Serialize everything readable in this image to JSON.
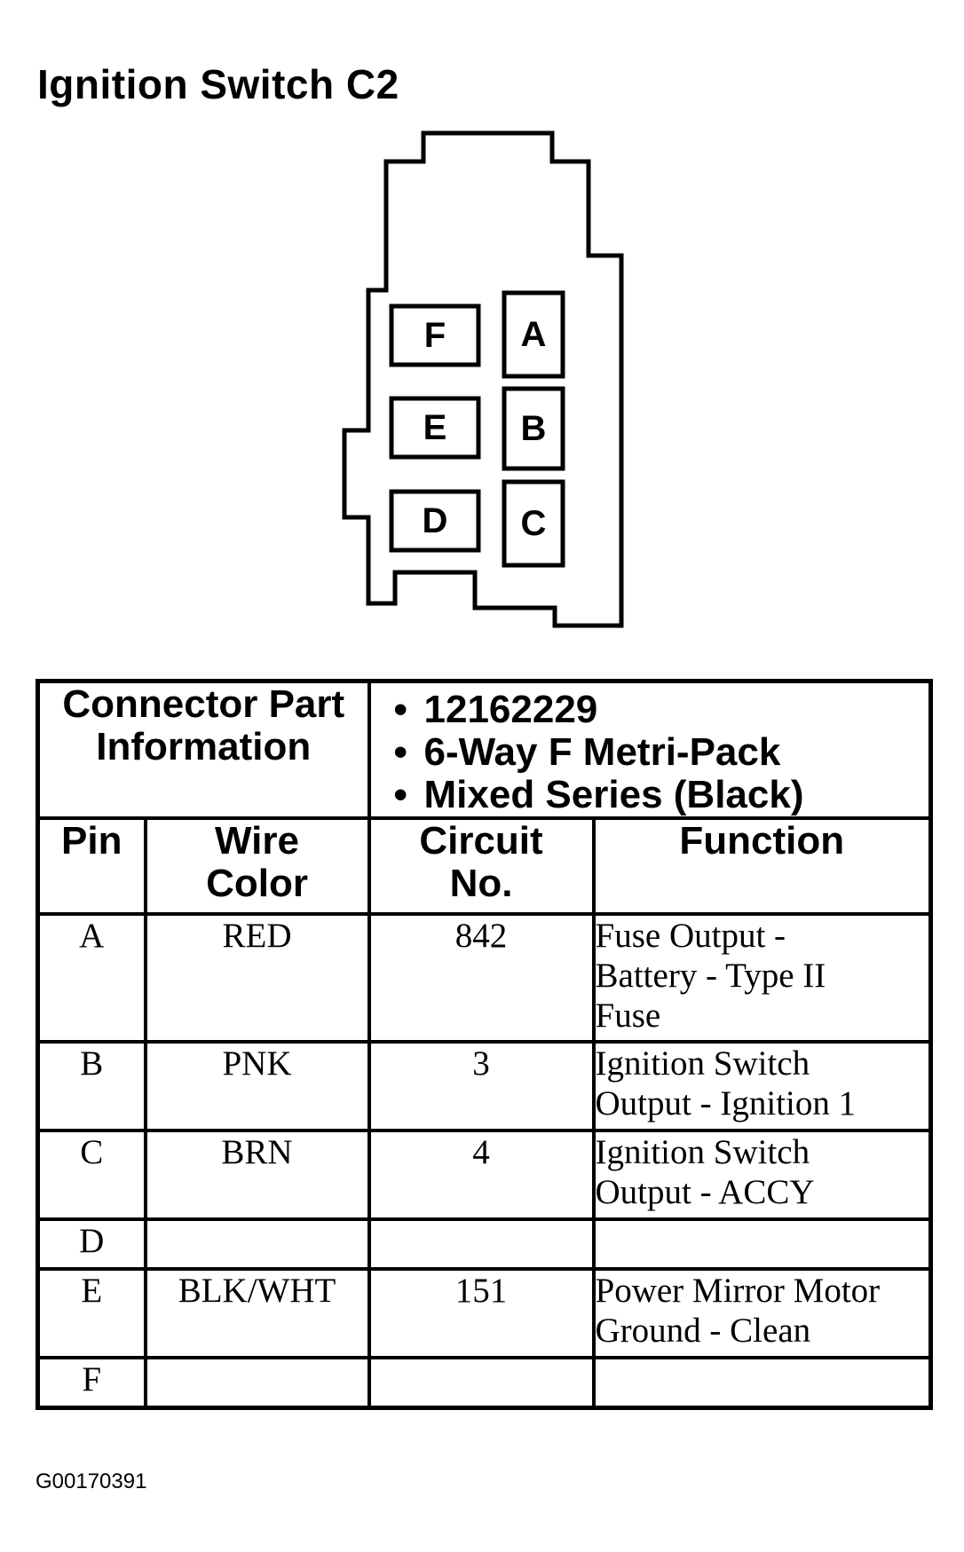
{
  "title": "Ignition Switch C2",
  "connector": {
    "pins": [
      {
        "id": "cavity-f",
        "label": "F"
      },
      {
        "id": "cavity-a",
        "label": "A"
      },
      {
        "id": "cavity-e",
        "label": "E"
      },
      {
        "id": "cavity-b",
        "label": "B"
      },
      {
        "id": "cavity-d",
        "label": "D"
      },
      {
        "id": "cavity-c",
        "label": "C"
      }
    ]
  },
  "table": {
    "part_info_label": [
      "Connector Part",
      "Information"
    ],
    "part_info": [
      "12162229",
      "6-Way F Metri-Pack",
      "Mixed Series (Black)"
    ],
    "columns": {
      "pin": "Pin",
      "wire_color": [
        "Wire",
        "Color"
      ],
      "circuit": [
        "Circuit",
        "No."
      ],
      "function": "Function"
    },
    "rows": [
      {
        "pin": "A",
        "wire": "RED",
        "circuit": "842",
        "function": [
          "Fuse Output -",
          "Battery - Type II",
          "Fuse"
        ]
      },
      {
        "pin": "B",
        "wire": "PNK",
        "circuit": "3",
        "function": [
          "Ignition Switch",
          "Output - Ignition 1"
        ]
      },
      {
        "pin": "C",
        "wire": "BRN",
        "circuit": "4",
        "function": [
          "Ignition Switch",
          "Output - ACCY"
        ]
      },
      {
        "pin": "D",
        "wire": "",
        "circuit": "",
        "function": []
      },
      {
        "pin": "E",
        "wire": "BLK/WHT",
        "circuit": "151",
        "function": [
          "Power Mirror Motor",
          "Ground - Clean"
        ]
      },
      {
        "pin": "F",
        "wire": "",
        "circuit": "",
        "function": []
      }
    ]
  },
  "figure_id": "G00170391"
}
